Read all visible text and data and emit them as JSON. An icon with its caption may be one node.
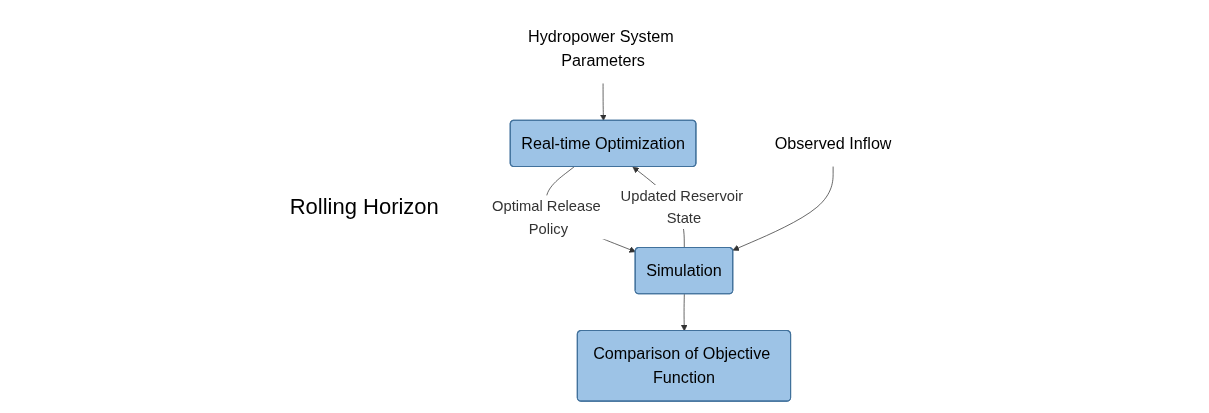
{
  "diagram": {
    "nodes": [
      {
        "text": [
          "Hydropower System Parameters"
        ]
      },
      {
        "text": [
          "Real-time Optimization"
        ]
      },
      {
        "text": [
          "Simulation"
        ]
      },
      {
        "text": [
          "Observed Inflow"
        ]
      },
      {
        "text": [
          "Comparison of Objective Function"
        ]
      }
    ],
    "edges": [
      {
        "from": 0,
        "to": 1,
        "arrow": "to"
      },
      {
        "from": 1,
        "to": 2,
        "arrow": "to",
        "label": "Optimal Release Policy"
      },
      {
        "from": 2,
        "to": 1,
        "arrow": "to",
        "label": "Updated Reservoir State"
      },
      {
        "from": 3,
        "to": 2,
        "arrow": "to"
      },
      {
        "from": 2,
        "to": 4,
        "arrow": "to"
      }
    ],
    "labels": [
      "Rolling Horizon"
    ]
  }
}
